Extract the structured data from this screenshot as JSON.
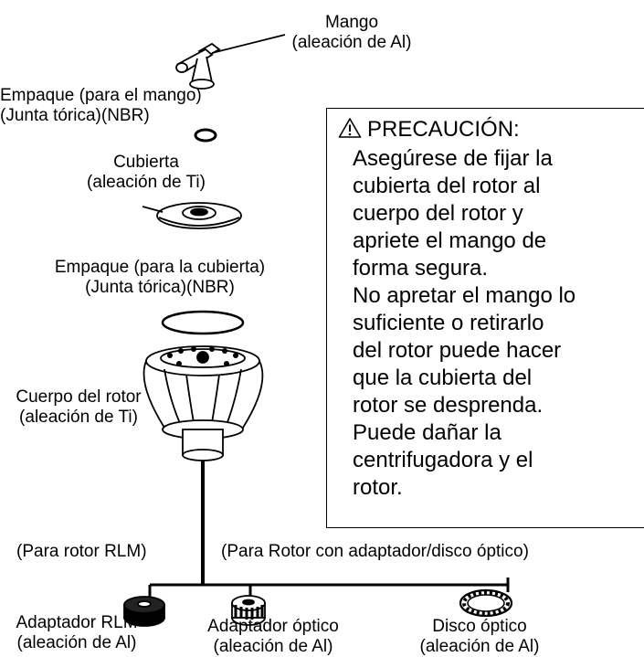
{
  "labels": {
    "handle": [
      "Mango",
      "(aleación de Al)"
    ],
    "handle_packing": [
      "Empaque (para el mango)",
      "(Junta tórica)(NBR)"
    ],
    "cover": [
      "Cubierta",
      "(aleación de Ti)"
    ],
    "cover_packing": [
      "Empaque (para la cubierta)",
      "(Junta tórica)(NBR)"
    ],
    "rotor_body": [
      "Cuerpo del rotor",
      "(aleación de Ti)"
    ],
    "for_rlm": "(Para rotor RLM)",
    "for_optical": "(Para Rotor con adaptador/disco óptico)",
    "rlm_adapter": [
      "Adaptador RLM",
      "(aleación de Al)"
    ],
    "optical_adapter": [
      "Adaptador óptico",
      "(aleación de Al)"
    ],
    "optical_disc": [
      "Disco óptico",
      "(aleación de Al)"
    ]
  },
  "caution": {
    "icon": "warning-triangle-icon",
    "title": "PRECAUCIÓN:",
    "lines": [
      "Asegúrese de fijar la",
      "cubierta del rotor al",
      "cuerpo del rotor y",
      "apriete el mango de",
      "forma segura.",
      "No apretar el mango lo",
      "suficiente o retirarlo",
      "del rotor puede hacer",
      "que la cubierta del",
      "rotor se desprenda.",
      "Puede dañar la",
      "centrifugadora y el",
      "rotor."
    ]
  }
}
